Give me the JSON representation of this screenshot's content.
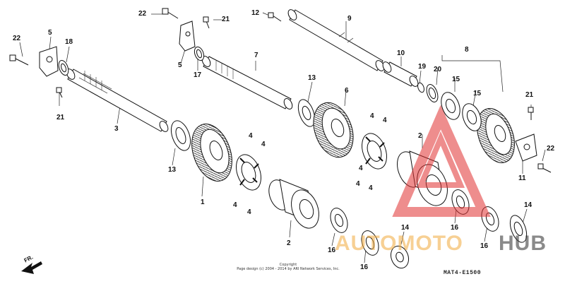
{
  "diagram": {
    "code": "MAT4-E1500",
    "direction_label": "FR.",
    "copyright_lines": [
      "Copyright",
      "Page design (c) 2004 - 2014 by ARI Network Services, Inc."
    ],
    "watermark": {
      "text_a": "AUTOMOTO",
      "text_b": "HUB",
      "color_a": "#f0a83c",
      "color_b": "#3c3c3c",
      "triangle_color": "#e03030"
    },
    "callouts": [
      "22",
      "22",
      "21",
      "5",
      "18",
      "5",
      "17",
      "21",
      "12",
      "9",
      "7",
      "10",
      "19",
      "20",
      "8",
      "15",
      "15",
      "13",
      "6",
      "3",
      "13",
      "4",
      "4",
      "4",
      "4",
      "4",
      "4",
      "4",
      "4",
      "4",
      "2",
      "21",
      "11",
      "22",
      "1",
      "2",
      "14",
      "14",
      "16",
      "16",
      "16",
      "16"
    ]
  }
}
